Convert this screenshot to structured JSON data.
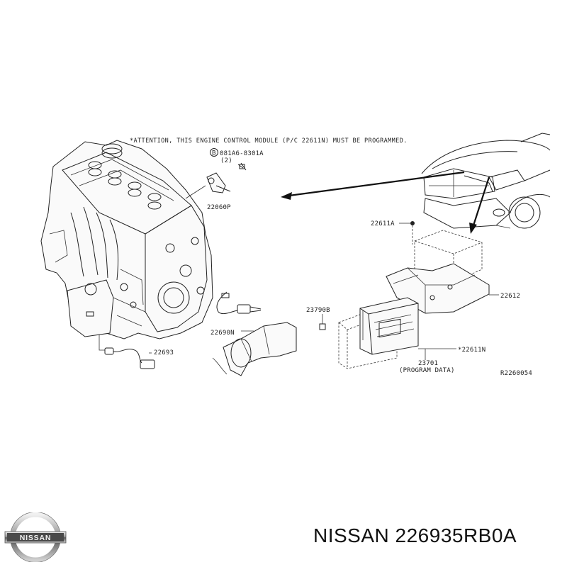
{
  "attention_note": "*ATTENTION, THIS ENGINE CONTROL MODULE (P/C 22611N) MUST BE PROGRAMMED.",
  "bolt": {
    "circle_letter": "B",
    "part": "081A6-8301A",
    "qty": "(2)"
  },
  "labels": {
    "sensor_bracket": "22060P",
    "ecm_bracket_bolt": "22611A",
    "bracket": "22612",
    "screw": "23790B",
    "oxygen_sensor_upper": "22690N",
    "oxygen_sensor_lower": "22693",
    "ecm": "*22611N",
    "program_data_code": "23701",
    "program_data_label": "(PROGRAM DATA)",
    "diagram_ref": "R2260054"
  },
  "brand": {
    "logo_text": "NISSAN"
  },
  "caption": "NISSAN 226935RB0A"
}
